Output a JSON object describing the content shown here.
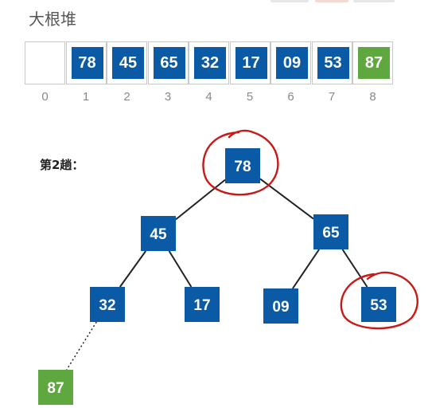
{
  "title": "大根堆",
  "pass_label": "第2趟：",
  "colors": {
    "heap_box": "#0b5aa6",
    "sorted_box": "#5fa83f",
    "edge": "#222222",
    "circle_annotation": "#c81818"
  },
  "array": {
    "cells": [
      {
        "index": "0",
        "value": "",
        "state": "empty"
      },
      {
        "index": "1",
        "value": "78",
        "state": "heap"
      },
      {
        "index": "2",
        "value": "45",
        "state": "heap"
      },
      {
        "index": "3",
        "value": "65",
        "state": "heap"
      },
      {
        "index": "4",
        "value": "32",
        "state": "heap"
      },
      {
        "index": "5",
        "value": "17",
        "state": "heap"
      },
      {
        "index": "6",
        "value": "09",
        "state": "heap"
      },
      {
        "index": "7",
        "value": "53",
        "state": "heap"
      },
      {
        "index": "8",
        "value": "87",
        "state": "sorted"
      }
    ]
  },
  "tree": {
    "nodes": [
      {
        "id": "n1",
        "value": "78",
        "state": "heap",
        "circled": true
      },
      {
        "id": "n2",
        "value": "45",
        "state": "heap",
        "circled": false
      },
      {
        "id": "n3",
        "value": "65",
        "state": "heap",
        "circled": false
      },
      {
        "id": "n4",
        "value": "32",
        "state": "heap",
        "circled": false
      },
      {
        "id": "n5",
        "value": "17",
        "state": "heap",
        "circled": false
      },
      {
        "id": "n6",
        "value": "09",
        "state": "heap",
        "circled": false
      },
      {
        "id": "n7",
        "value": "53",
        "state": "heap",
        "circled": true
      },
      {
        "id": "n8",
        "value": "87",
        "state": "sorted",
        "circled": false
      }
    ],
    "edges": [
      {
        "from": "n1",
        "to": "n2",
        "style": "solid"
      },
      {
        "from": "n1",
        "to": "n3",
        "style": "solid"
      },
      {
        "from": "n2",
        "to": "n4",
        "style": "solid"
      },
      {
        "from": "n2",
        "to": "n5",
        "style": "solid"
      },
      {
        "from": "n3",
        "to": "n6",
        "style": "solid"
      },
      {
        "from": "n3",
        "to": "n7",
        "style": "solid"
      },
      {
        "from": "n4",
        "to": "n8",
        "style": "dotted"
      }
    ]
  }
}
